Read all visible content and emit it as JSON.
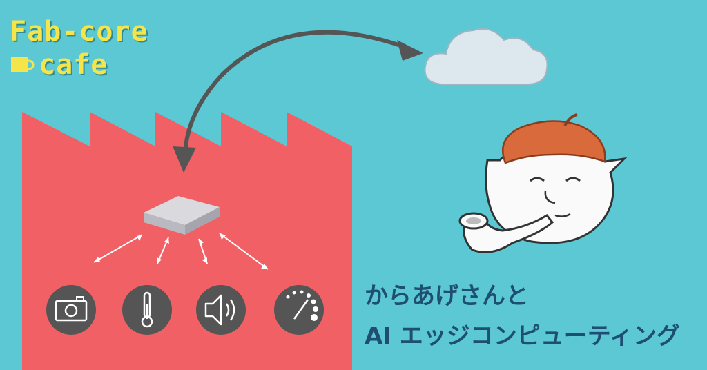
{
  "logo": {
    "line1": "Fab-core",
    "line2": "cafe",
    "color": "#f5e54a"
  },
  "headline": {
    "line1": "からあげさんと",
    "line2": "AI エッジコンピューティング",
    "color": "#1e4f73"
  },
  "colors": {
    "background": "#5bc8d3",
    "factory": "#f06065",
    "icon_circle": "#555555",
    "arrow": "#555555",
    "cloud": "#dce8ee"
  },
  "sensors": [
    "camera-icon",
    "thermometer-icon",
    "speaker-icon",
    "gauge-icon"
  ]
}
